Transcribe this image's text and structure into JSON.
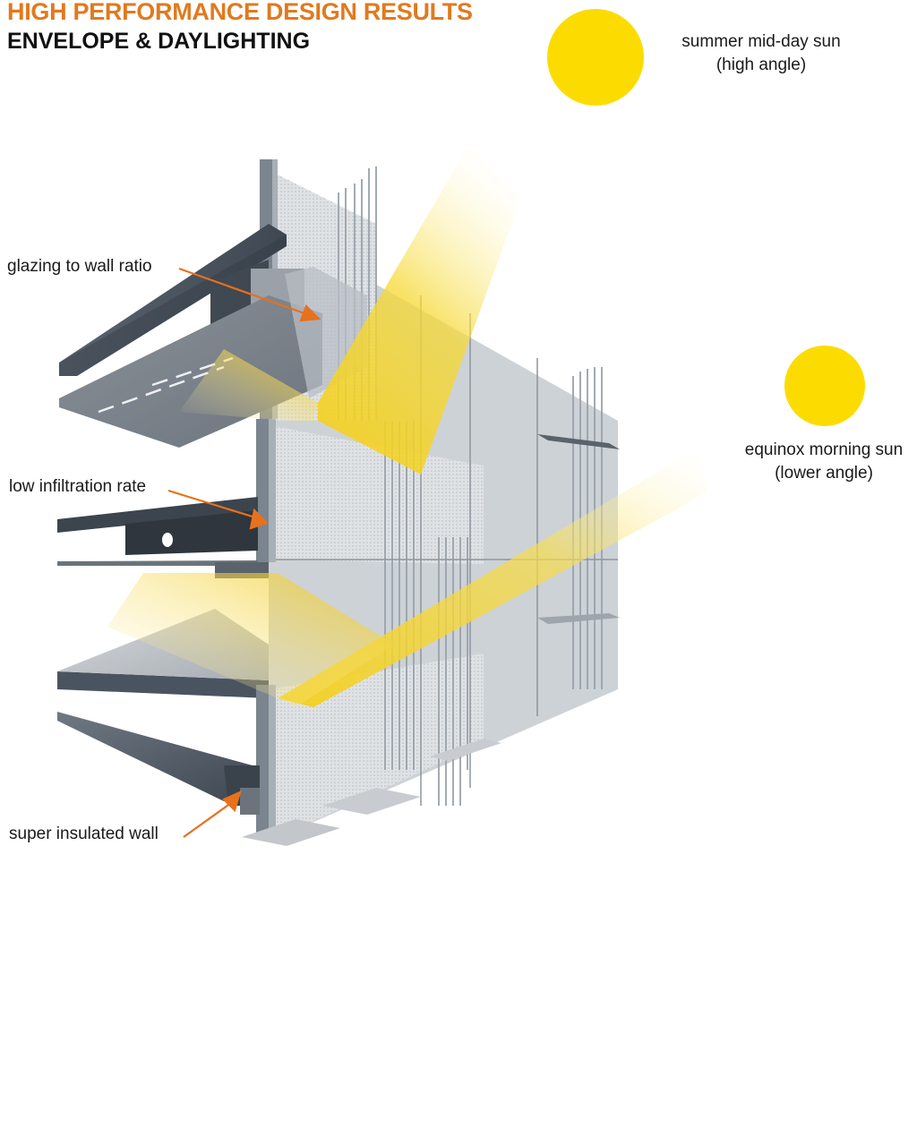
{
  "header": {
    "title": "HIGH PERFORMANCE DESIGN RESULTS",
    "subtitle": "ENVELOPE & DAYLIGHTING"
  },
  "suns": [
    {
      "id": "summer",
      "icon": "sun-icon",
      "line1": "summer mid-day sun",
      "line2": "(high angle)",
      "color": "#fcdc00"
    },
    {
      "id": "equinox",
      "icon": "sun-icon",
      "line1": "equinox morning sun",
      "line2": "(lower angle)",
      "color": "#fcdc00"
    }
  ],
  "callouts": [
    {
      "label": "glazing to wall ratio"
    },
    {
      "label": "low infiltration rate"
    },
    {
      "label": "super insulated wall"
    }
  ],
  "colors": {
    "title_orange": "#e07a1f",
    "arrow_orange": "#e8711c",
    "sun_yellow": "#fcdc00",
    "ray_yellow": "#f5d21c",
    "slab_dark": "#4a5460",
    "facade_light": "#c9ced3"
  }
}
